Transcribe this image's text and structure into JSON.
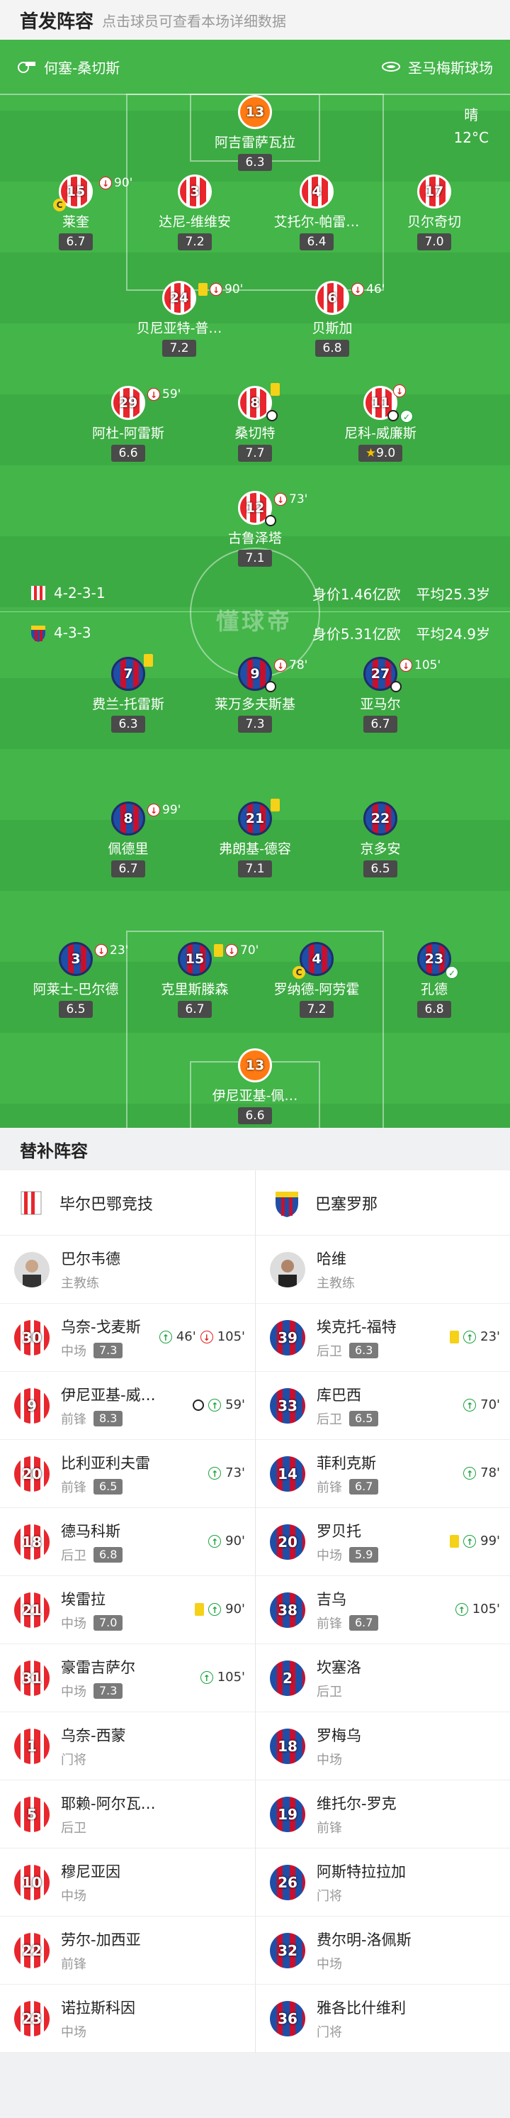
{
  "header": {
    "title": "首发阵容",
    "subtitle": "点击球员可查看本场详细数据"
  },
  "pitch": {
    "coach_home": "何塞-桑切斯",
    "stadium": "圣马梅斯球场",
    "weather": "晴",
    "temperature": "12°C",
    "watermark": "懂球帝",
    "home": {
      "formation": "4-2-3-1",
      "value": "身价1.46亿欧",
      "age": "平均25.3岁"
    },
    "away": {
      "formation": "4-3-3",
      "value": "身价5.31亿欧",
      "age": "平均24.9岁"
    },
    "home_players": [
      {
        "num": "13",
        "name": "阿吉雷萨瓦拉",
        "rating": "6.3"
      },
      {
        "num": "15",
        "name": "莱奎",
        "rating": "6.7",
        "min": "90'"
      },
      {
        "num": "3",
        "name": "达尼-维维安",
        "rating": "7.2"
      },
      {
        "num": "4",
        "name": "艾托尔-帕雷…",
        "rating": "6.4"
      },
      {
        "num": "17",
        "name": "贝尔奇切",
        "rating": "7.0"
      },
      {
        "num": "24",
        "name": "贝尼亚特-普…",
        "rating": "7.2",
        "min": "90'"
      },
      {
        "num": "6",
        "name": "贝斯加",
        "rating": "6.8",
        "min": "46'"
      },
      {
        "num": "29",
        "name": "阿杜-阿雷斯",
        "rating": "6.6",
        "min": "59'"
      },
      {
        "num": "8",
        "name": "桑切特",
        "rating": "7.7"
      },
      {
        "num": "11",
        "name": "尼科-威廉斯",
        "rating": "9.0"
      },
      {
        "num": "12",
        "name": "古鲁泽塔",
        "rating": "7.1",
        "min": "73'"
      }
    ],
    "away_players": [
      {
        "num": "7",
        "name": "费兰-托雷斯",
        "rating": "6.3"
      },
      {
        "num": "9",
        "name": "莱万多夫斯基",
        "rating": "7.3",
        "min": "78'"
      },
      {
        "num": "27",
        "name": "亚马尔",
        "rating": "6.7",
        "min": "105'"
      },
      {
        "num": "8",
        "name": "佩德里",
        "rating": "6.7",
        "min": "99'"
      },
      {
        "num": "21",
        "name": "弗朗基-德容",
        "rating": "7.1"
      },
      {
        "num": "22",
        "name": "京多安",
        "rating": "6.5"
      },
      {
        "num": "3",
        "name": "阿莱士-巴尔德",
        "rating": "6.5",
        "min": "23'"
      },
      {
        "num": "15",
        "name": "克里斯滕森",
        "rating": "6.7",
        "min": "70'"
      },
      {
        "num": "4",
        "name": "罗纳德-阿劳霍",
        "rating": "7.2"
      },
      {
        "num": "23",
        "name": "孔德",
        "rating": "6.8"
      },
      {
        "num": "13",
        "name": "伊尼亚基-佩…",
        "rating": "6.6"
      }
    ]
  },
  "subs": {
    "title": "替补阵容",
    "home_team": "毕尔巴鄂竞技",
    "away_team": "巴塞罗那",
    "home_coach": {
      "name": "巴尔韦德",
      "role": "主教练"
    },
    "away_coach": {
      "name": "哈维",
      "role": "主教练"
    },
    "home": [
      {
        "num": "30",
        "name": "乌奈-戈麦斯",
        "pos": "中场",
        "rating": "7.3",
        "ev1": "46'",
        "ev2": "105'"
      },
      {
        "num": "9",
        "name": "伊尼亚基-威…",
        "pos": "前锋",
        "rating": "8.3",
        "ev1": "59'"
      },
      {
        "num": "20",
        "name": "比利亚利夫雷",
        "pos": "前锋",
        "rating": "6.5",
        "ev1": "73'"
      },
      {
        "num": "18",
        "name": "德马科斯",
        "pos": "后卫",
        "rating": "6.8",
        "ev1": "90'"
      },
      {
        "num": "21",
        "name": "埃雷拉",
        "pos": "中场",
        "rating": "7.0",
        "ev1": "90'"
      },
      {
        "num": "31",
        "name": "豪雷吉萨尔",
        "pos": "中场",
        "rating": "7.3",
        "ev1": "105'"
      },
      {
        "num": "1",
        "name": "乌奈-西蒙",
        "pos": "门将"
      },
      {
        "num": "5",
        "name": "耶赖-阿尔瓦…",
        "pos": "后卫"
      },
      {
        "num": "10",
        "name": "穆尼亚因",
        "pos": "中场"
      },
      {
        "num": "22",
        "name": "劳尔-加西亚",
        "pos": "前锋"
      },
      {
        "num": "23",
        "name": "诺拉斯科因",
        "pos": "中场"
      }
    ],
    "away": [
      {
        "num": "39",
        "name": "埃克托-福特",
        "pos": "后卫",
        "rating": "6.3",
        "ev1": "23'"
      },
      {
        "num": "33",
        "name": "库巴西",
        "pos": "后卫",
        "rating": "6.5",
        "ev1": "70'"
      },
      {
        "num": "14",
        "name": "菲利克斯",
        "pos": "前锋",
        "rating": "6.7",
        "ev1": "78'"
      },
      {
        "num": "20",
        "name": "罗贝托",
        "pos": "中场",
        "rating": "5.9",
        "ev1": "99'"
      },
      {
        "num": "38",
        "name": "吉乌",
        "pos": "前锋",
        "rating": "6.7",
        "ev1": "105'"
      },
      {
        "num": "2",
        "name": "坎塞洛",
        "pos": "后卫"
      },
      {
        "num": "18",
        "name": "罗梅乌",
        "pos": "中场"
      },
      {
        "num": "19",
        "name": "维托尔-罗克",
        "pos": "前锋"
      },
      {
        "num": "26",
        "name": "阿斯特拉拉加",
        "pos": "门将"
      },
      {
        "num": "32",
        "name": "费尔明-洛佩斯",
        "pos": "中场"
      },
      {
        "num": "36",
        "name": "雅各比什维利",
        "pos": "门将"
      }
    ]
  }
}
